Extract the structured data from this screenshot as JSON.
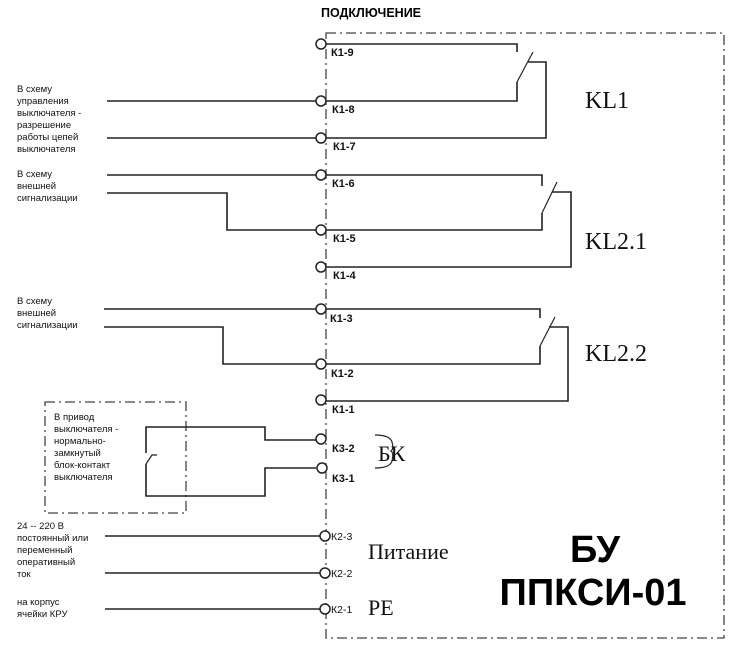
{
  "title": "ПОДКЛЮЧЕНИЕ",
  "device": {
    "line1": "БУ",
    "line2": "ППКСИ-01"
  },
  "relays": {
    "kl1": "KL1",
    "kl21": "KL2.1",
    "kl22": "KL2.2"
  },
  "groups": {
    "bk": "БК",
    "power": "Питание",
    "pe": "PE"
  },
  "terminals": {
    "k1_9": "К1-9",
    "k1_8": "К1-8",
    "k1_7": "К1-7",
    "k1_6": "К1-6",
    "k1_5": "К1-5",
    "k1_4": "К1-4",
    "k1_3": "К1-3",
    "k1_2": "К1-2",
    "k1_1": "К1-1",
    "k3_2": "К3-2",
    "k3_1": "К3-1",
    "k2_3": "К2-3",
    "k2_2": "К2-2",
    "k2_1": "К2-1"
  },
  "notes": {
    "control": [
      "В схему",
      "управления",
      "выключателя -",
      "разрешение",
      "работы цепей",
      "выключателя"
    ],
    "signal1": [
      "В схему",
      "внешней",
      "сигнализации"
    ],
    "signal2": [
      "В схему",
      "внешней",
      "сигнализации"
    ],
    "drive": [
      "В привод",
      "выключателя -",
      "нормально-",
      "замкнутый",
      "блок-контакт",
      "выключателя"
    ],
    "power": [
      "24  --  220 В",
      "постоянный или",
      "переменный",
      "оперативный",
      "ток"
    ],
    "ground": [
      "на корпус",
      "ячейки КРУ"
    ]
  }
}
